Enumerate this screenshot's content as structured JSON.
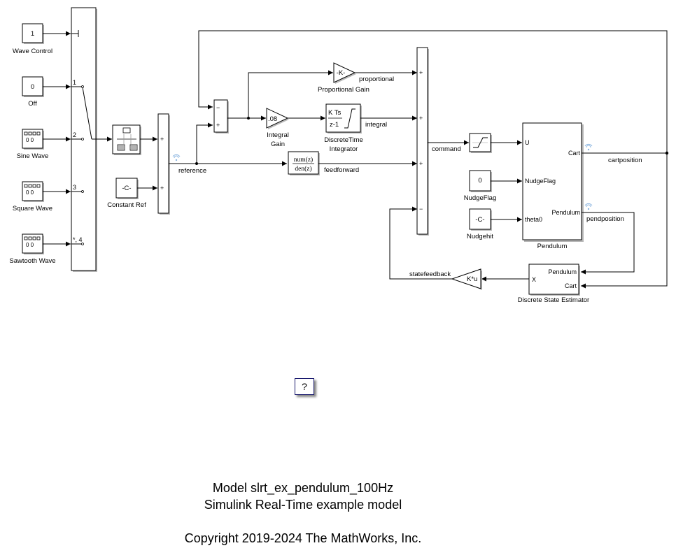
{
  "model": {
    "name_line": "Model slrt_ex_pendulum_100Hz",
    "description": "Simulink Real-Time example model",
    "copyright": "Copyright 2019-2024 The MathWorks, Inc."
  },
  "help_button": {
    "label": "?"
  },
  "blocks": {
    "wave_control": {
      "value": "1",
      "label": "Wave Control"
    },
    "off": {
      "value": "0",
      "label": "Off"
    },
    "sine_wave": {
      "label": "Sine Wave"
    },
    "square_wave": {
      "label": "Square Wave"
    },
    "sawtooth_wave": {
      "label": "Sawtooth Wave"
    },
    "multiport_switch": {
      "ports": [
        "1",
        "2",
        "3",
        "*, 4"
      ]
    },
    "constant_ref": {
      "value": "-C-",
      "label": "Constant Ref"
    },
    "sum_ref": {
      "signs": [
        "+",
        "+"
      ]
    },
    "sum_error": {
      "signs": [
        "−",
        "+"
      ]
    },
    "proportional_gain": {
      "value": "-K-",
      "label": "Proportional Gain"
    },
    "integral_gain": {
      "value": ".08",
      "label_line1": "Integral",
      "label_line2": "Gain"
    },
    "discrete_integrator": {
      "numerator": "K Ts",
      "denominator": "z-1",
      "label_line1": "DiscreteTime",
      "label_line2": "Integrator"
    },
    "transfer_fcn": {
      "numerator": "num(z)",
      "denominator": "den(z)"
    },
    "sum_command": {
      "signs": [
        "+",
        "+",
        "+",
        "−"
      ]
    },
    "nudge_flag": {
      "value": "0",
      "label": "NudgeFlag"
    },
    "nudgehit": {
      "value": "-C-",
      "label": "Nudgehit"
    },
    "pendulum": {
      "label": "Pendulum",
      "inputs": [
        "U",
        "NudgeFlag",
        "theta0"
      ],
      "outputs": [
        "Cart",
        "Pendulum"
      ]
    },
    "state_estimator": {
      "label": "Discrete State Estimator",
      "inputs": [
        "Pendulum",
        "Cart"
      ],
      "output": "X"
    },
    "state_gain": {
      "value": "K*u"
    }
  },
  "signals": {
    "reference": "reference",
    "proportional": "proportional",
    "integral": "integral",
    "feedforward": "feedforward",
    "command": "command",
    "cartposition": "cartposition",
    "pendposition": "pendposition",
    "statefeedback": "statefeedback"
  }
}
